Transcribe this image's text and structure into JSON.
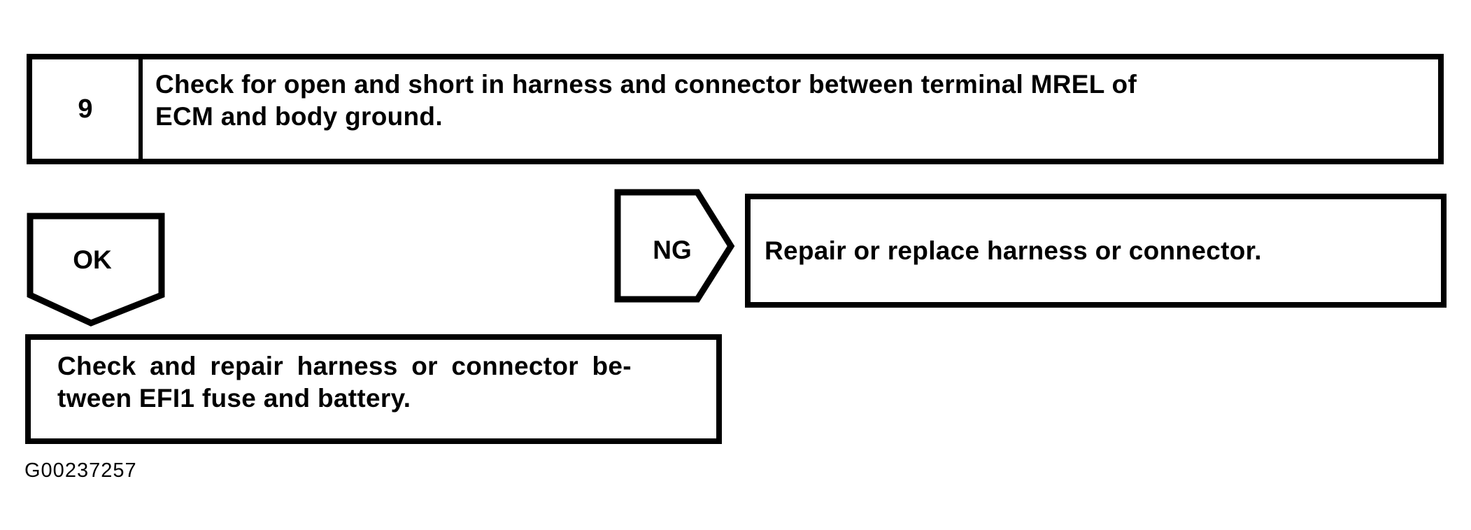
{
  "page": {
    "background_color": "#ffffff",
    "ink_color": "#000000"
  },
  "flowchart": {
    "step_box": {
      "number": "9",
      "instruction_lines": [
        "Check for open and short in harness and connector between terminal MREL of",
        "ECM and body ground."
      ]
    },
    "ok_connector": {
      "label": "OK"
    },
    "ng_connector": {
      "label": "NG"
    },
    "ng_result_box": {
      "text": "Repair or replace harness or connector."
    },
    "ok_result_box": {
      "lines": [
        "Check and repair harness or connector be-",
        "tween EFI1 fuse and battery."
      ]
    },
    "figure_code": "G00237257"
  }
}
